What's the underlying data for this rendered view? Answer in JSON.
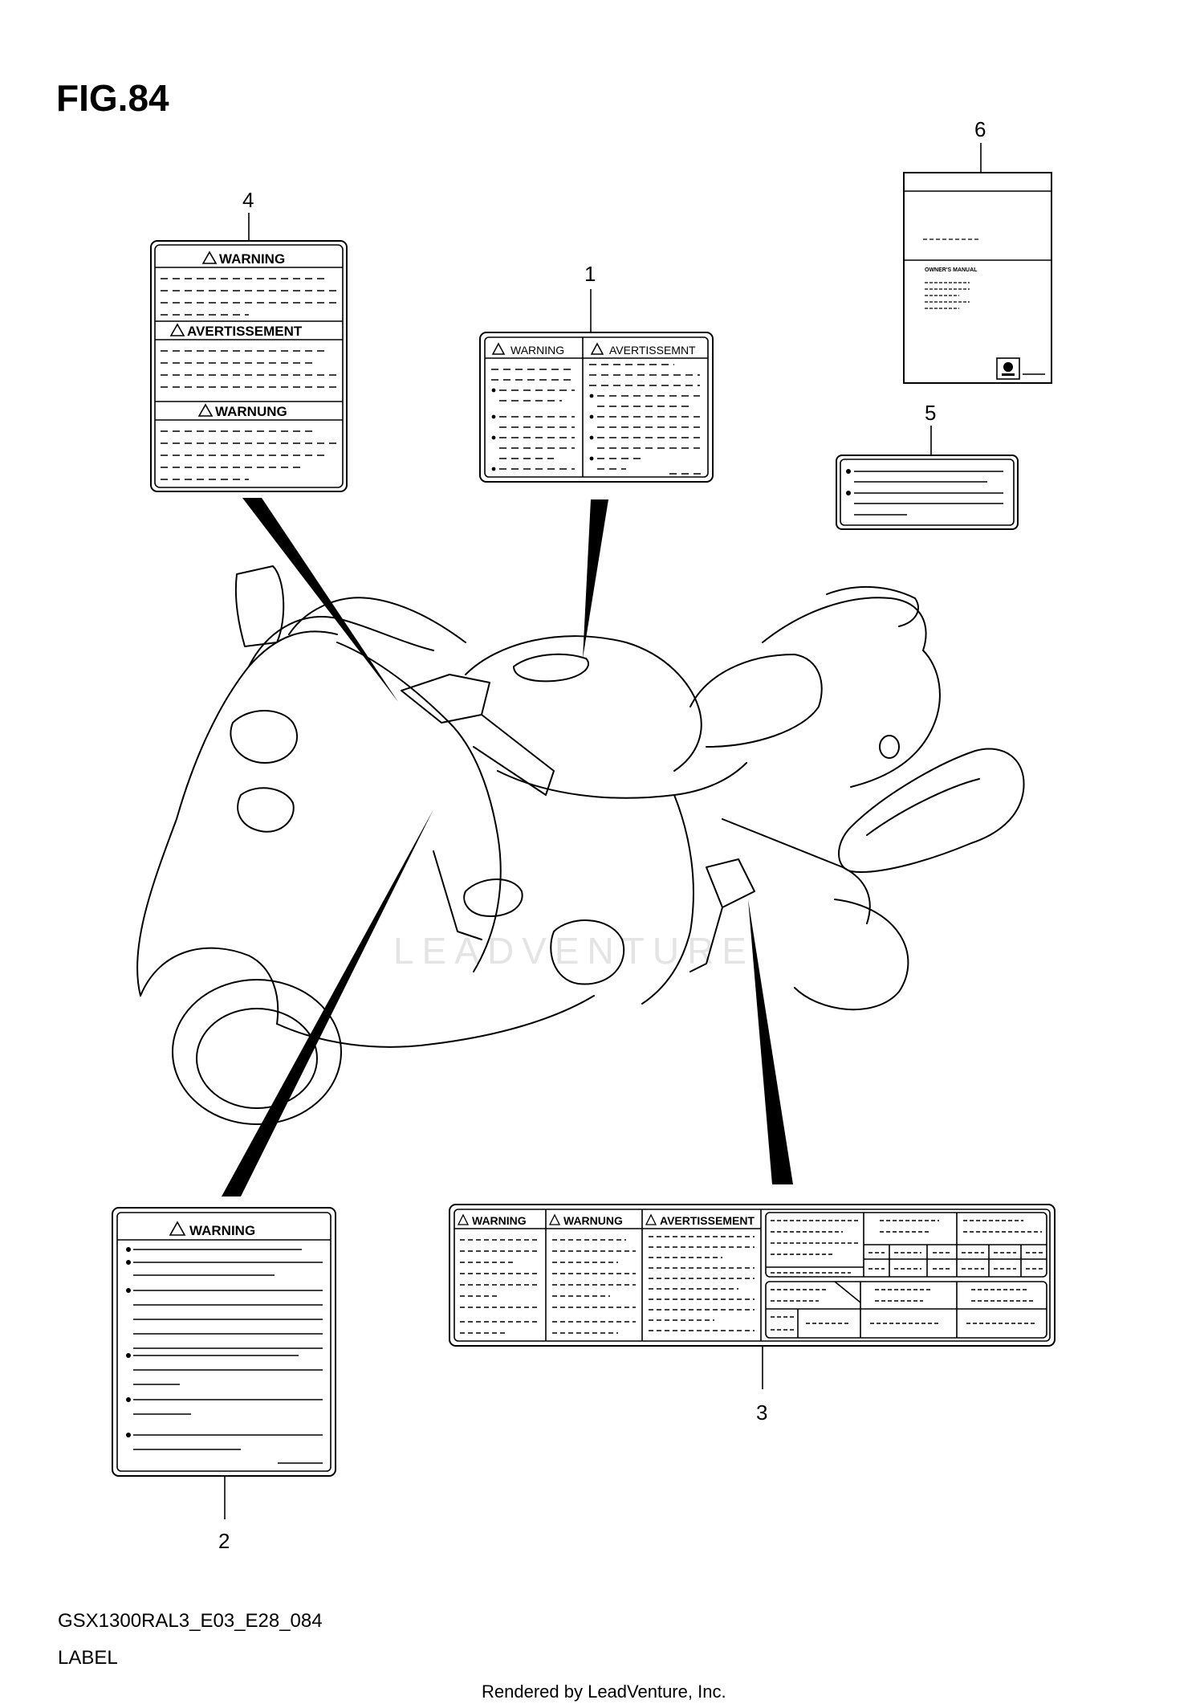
{
  "figure": {
    "title": "FIG.84"
  },
  "callouts": [
    "1",
    "2",
    "3",
    "4",
    "5",
    "6"
  ],
  "labels": {
    "label1": {
      "heads": [
        "WARNING",
        "AVERTISSEMNT"
      ]
    },
    "label2": {
      "head": "WARNING"
    },
    "label3": {
      "heads": [
        "WARNING",
        "WARNUNG",
        "AVERTISSEMENT"
      ]
    },
    "label4": {
      "heads": [
        "WARNING",
        "AVERTISSEMENT",
        "WARNUNG"
      ]
    },
    "label6": {
      "manual_title": "OWNER'S MANUAL"
    }
  },
  "watermark": "LEADVENTURE",
  "footer": {
    "model_code": "GSX1300RAL3_E03_E28_084",
    "caption": "LABEL",
    "rendered_by": "Rendered by LeadVenture, Inc."
  },
  "icons": [
    "warning-triangle-icon",
    "suzuki-logo-icon",
    "bullet-icon"
  ],
  "colors": {
    "line": "#000000",
    "background": "#ffffff",
    "watermark": "#e4e4e4"
  }
}
